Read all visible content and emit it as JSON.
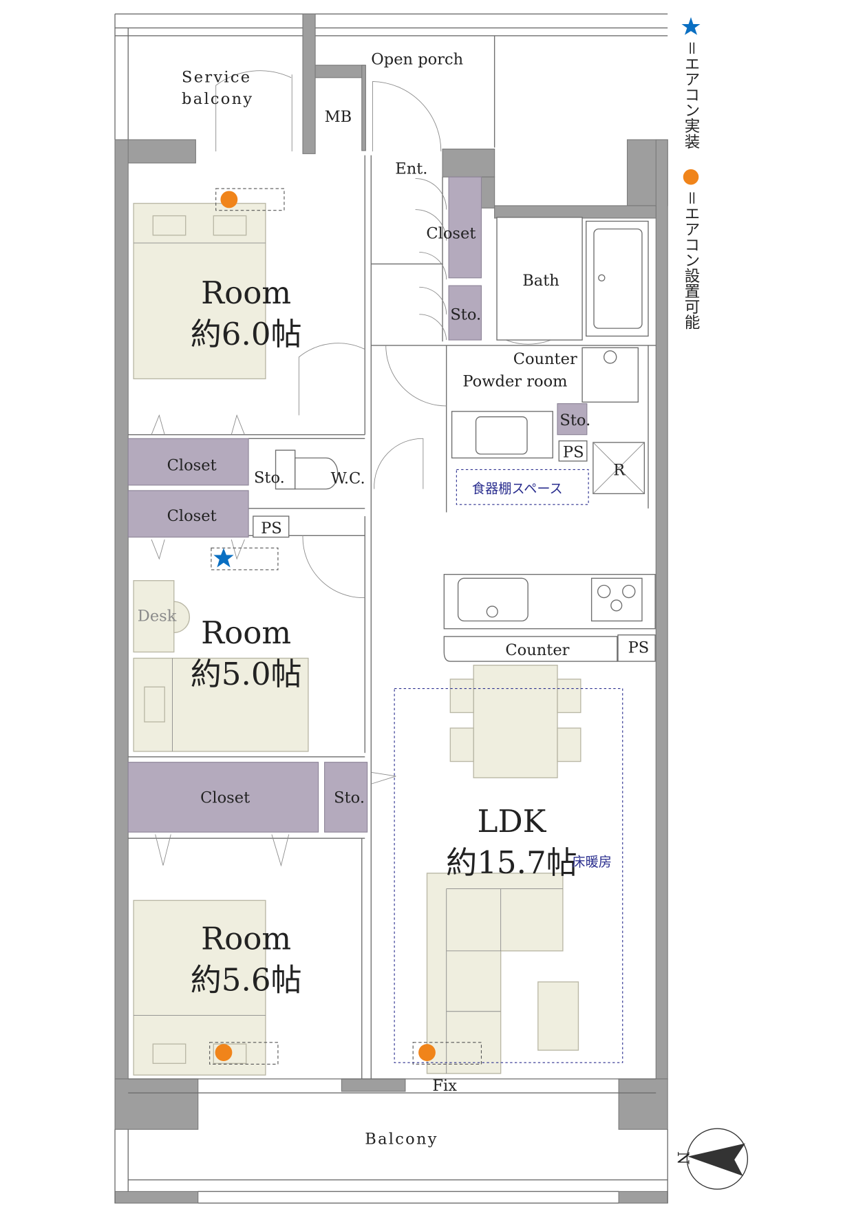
{
  "legend": {
    "star_text": "＝エアコン実装",
    "dot_text": "＝エアコン設置可能",
    "star_color": "#0a6fc2",
    "dot_color": "#f0841a"
  },
  "labels": {
    "service_balcony_1": "Service",
    "service_balcony_2": "balcony",
    "open_porch": "Open porch",
    "mb": "MB",
    "ent": "Ent.",
    "closet_entry": "Closet",
    "sto_entry": "Sto.",
    "bath": "Bath",
    "counter_powder": "Counter",
    "powder_room": "Powder room",
    "sto_powder": "Sto.",
    "ps_powder": "PS",
    "r": "R",
    "pantry_space": "食器棚スペース",
    "wc": "W.C.",
    "sto_wc": "Sto.",
    "ps_wc": "PS",
    "closet_1": "Closet",
    "closet_2": "Closet",
    "closet_3": "Closet",
    "sto_room3": "Sto.",
    "desk": "Desk",
    "counter_kitchen": "Counter",
    "ps_kitchen": "PS",
    "fix": "Fix",
    "balcony": "Balcony",
    "north": "N"
  },
  "rooms": [
    {
      "name": "Room",
      "size": "約6.0帖"
    },
    {
      "name": "Room",
      "size": "約5.0帖"
    },
    {
      "name": "Room",
      "size": "約5.6帖"
    },
    {
      "name": "LDK",
      "size": "約15.7帖",
      "note": "床暖房"
    }
  ],
  "colors": {
    "wall": "#9e9e9e",
    "closet": "#b4aabd",
    "furniture": "#efeedf",
    "dashed_blue": "#2b2f8f"
  }
}
